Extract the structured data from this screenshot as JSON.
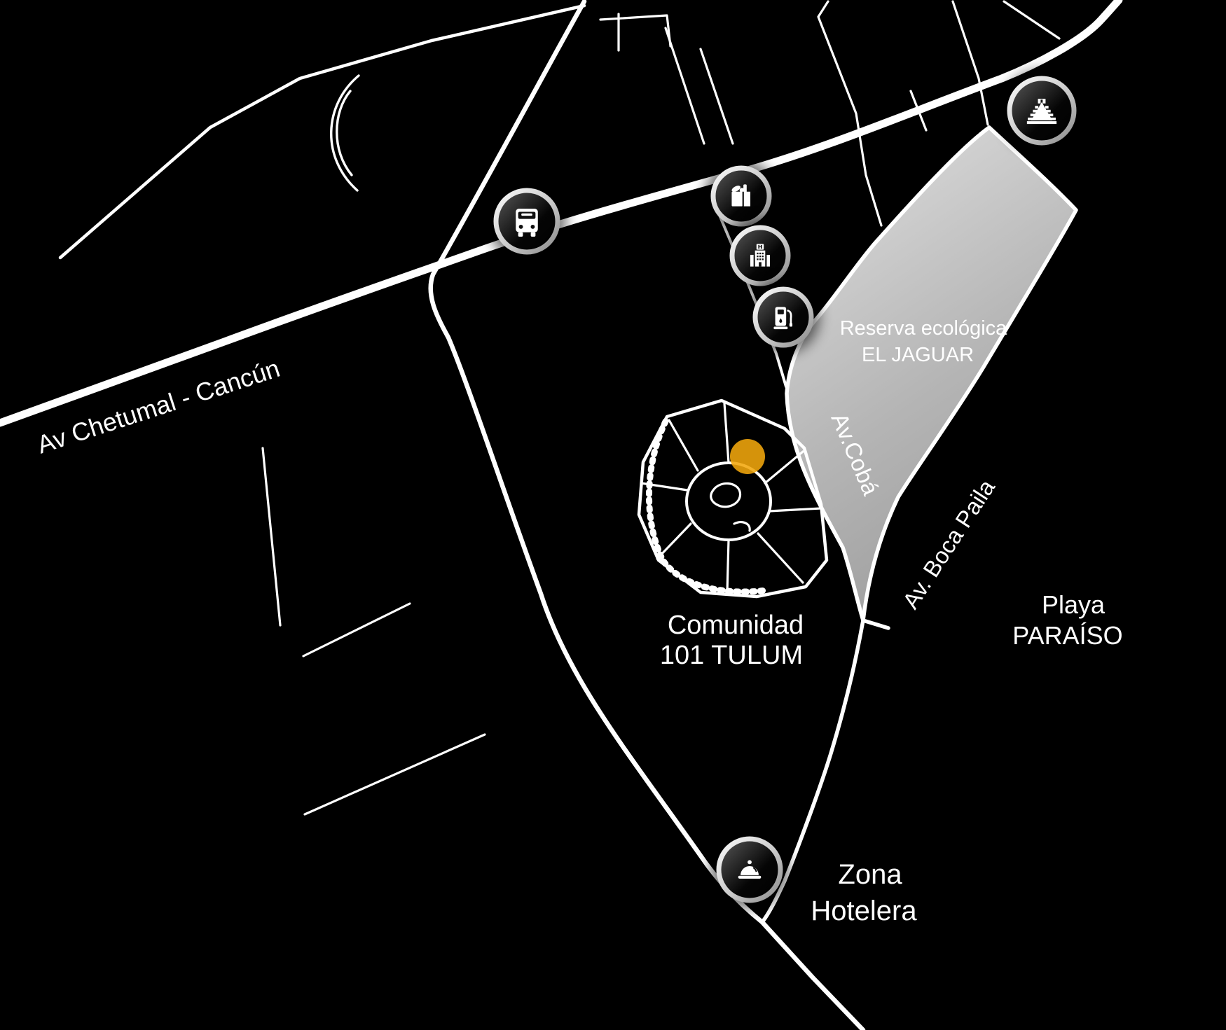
{
  "theme": {
    "background": "#000000",
    "road_color": "#ffffff",
    "label_color": "#ffffff",
    "marker_color": "#f2a70d",
    "reserve_light": "#d4d4d4",
    "reserve_mid": "#b5b5b5",
    "reserve_dark": "#9c9c9c"
  },
  "labels": {
    "highway": "Av Chetumal - Cancún",
    "reserve_line1": "Reserva ecológica",
    "reserve_line2": "EL JAGUAR",
    "av_coba": "Av.Cobá",
    "av_boca_paila": "Av. Boca Paila",
    "playa_line1": "Playa",
    "playa_line2": "PARAÍSO",
    "community_line1": "Comunidad",
    "community_line2": "101 TULUM",
    "zona_line1": "Zona",
    "zona_line2": "Hotelera"
  },
  "poi_icons": [
    {
      "name": "bus-icon"
    },
    {
      "name": "groceries-icon"
    },
    {
      "name": "hotel-icon"
    },
    {
      "name": "gas-station-icon"
    },
    {
      "name": "mayan-pyramid-icon"
    },
    {
      "name": "restaurant-icon"
    }
  ],
  "marker": {
    "name": "project-location-marker"
  }
}
